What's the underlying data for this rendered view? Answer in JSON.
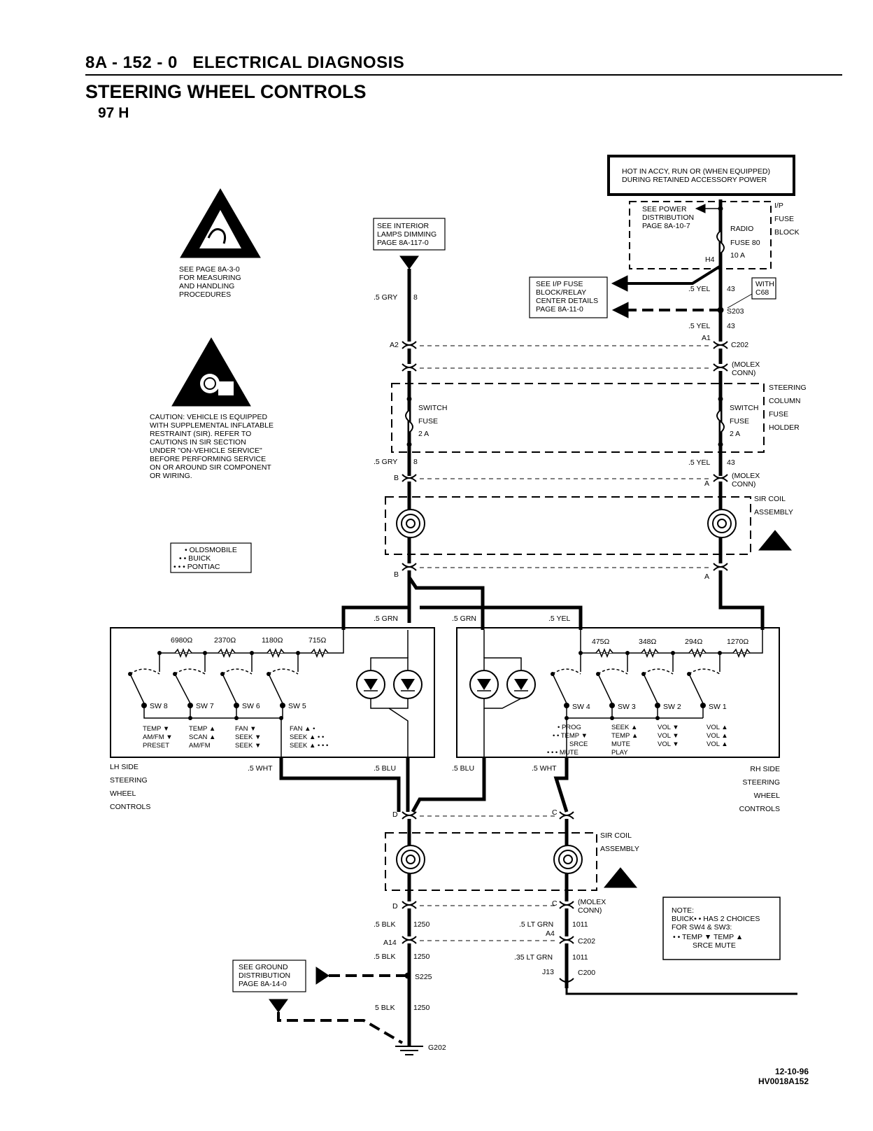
{
  "header": {
    "page_ref": "8A - 152 - 0",
    "section": "ELECTRICAL DIAGNOSIS",
    "title": "STEERING WHEEL CONTROLS",
    "model": "97 H"
  },
  "notes": {
    "esd": [
      "SEE PAGE 8A-3-0",
      "FOR MEASURING",
      "AND HANDLING",
      "PROCEDURES"
    ],
    "sir_caution": [
      "CAUTION: VEHICLE IS EQUIPPED",
      "WITH SUPPLEMENTAL INFLATABLE",
      "RESTRAINT (SIR). REFER TO",
      "CAUTIONS IN SIR SECTION",
      "UNDER \"ON-VEHICLE SERVICE\"",
      "BEFORE PERFORMING SERVICE",
      "ON OR AROUND SIR COMPONENT",
      "OR WIRING."
    ],
    "legend": [
      "• OLDSMOBILE",
      "• • BUICK",
      "• • • PONTIAC"
    ],
    "power_box": [
      "HOT IN ACCY, RUN OR (WHEN EQUIPPED)",
      "DURING RETAINED ACCESSORY POWER"
    ],
    "interior_lamps": [
      "SEE INTERIOR",
      "LAMPS DIMMING",
      "PAGE 8A-117-0"
    ],
    "power_dist": [
      "SEE POWER",
      "DISTRIBUTION",
      "PAGE 8A-10-7"
    ],
    "ip_fuse": [
      "SEE I/P FUSE",
      "BLOCK/RELAY",
      "CENTER DETAILS",
      "PAGE 8A-11-0"
    ],
    "ground_dist": [
      "SEE GROUND",
      "DISTRIBUTION",
      "PAGE 8A-14-0"
    ],
    "buick_note": [
      "NOTE:",
      "BUICK• • HAS 2 CHOICES",
      "FOR SW4 & SW3:"
    ],
    "buick_note_choices": [
      "• •   TEMP ▼   TEMP ▲",
      "SRCE         MUTE"
    ]
  },
  "components": {
    "ip_fuse_block": [
      "I/P",
      "FUSE",
      "BLOCK"
    ],
    "radio_fuse": [
      "RADIO",
      "FUSE 80",
      "10 A"
    ],
    "with_c68": [
      "WITH",
      "C68"
    ],
    "steering_column_fuse_holder": [
      "STEERING",
      "COLUMN",
      "FUSE",
      "HOLDER"
    ],
    "switch_fuse_left": [
      "SWITCH",
      "FUSE",
      "2 A"
    ],
    "switch_fuse_right": [
      "SWITCH",
      "FUSE",
      "2 A"
    ],
    "sir_coil_upper": [
      "SIR COIL",
      "ASSEMBLY"
    ],
    "sir_coil_lower": [
      "SIR COIL",
      "ASSEMBLY"
    ],
    "molex": [
      "(MOLEX",
      "CONN)"
    ],
    "lh_controls": [
      "LH SIDE",
      "STEERING",
      "WHEEL",
      "CONTROLS"
    ],
    "rh_controls": [
      "RH SIDE",
      "STEERING",
      "WHEEL",
      "CONTROLS"
    ]
  },
  "wires": {
    "gry": ".5 GRY",
    "gry_circuit": "8",
    "yel": ".5 YEL",
    "yel_circuit": "43",
    "grn": ".5 GRN",
    "blu": ".5 BLU",
    "wht": ".5 WHT",
    "blk": ".5 BLK",
    "blk_circuit": "1250",
    "lt_grn": ".5 LT GRN",
    "lt_grn_35": ".35 LT GRN",
    "lt_grn_circuit": "1011",
    "blk5": "5 BLK"
  },
  "connectors": {
    "h4": "H4",
    "s203": "S203",
    "c202": "C202",
    "a1": "A1",
    "a2": "A2",
    "b": "B",
    "a": "A",
    "c": "C",
    "d": "D",
    "a4": "A4",
    "a14": "A14",
    "j13": "J13",
    "c200": "C200",
    "s225": "S225",
    "g202": "G202"
  },
  "resistors": {
    "left": [
      "6980Ω",
      "2370Ω",
      "1180Ω",
      "715Ω"
    ],
    "right": [
      "475Ω",
      "348Ω",
      "294Ω",
      "1270Ω"
    ]
  },
  "switches": {
    "left": [
      {
        "name": "SW 8",
        "funcs": [
          "TEMP ▼",
          "AM/FM ▼",
          "PRESET"
        ]
      },
      {
        "name": "SW 7",
        "funcs": [
          "TEMP ▲",
          "SCAN ▲",
          "AM/FM"
        ]
      },
      {
        "name": "SW 6",
        "funcs": [
          "FAN ▼",
          "SEEK ▼",
          "SEEK ▼"
        ]
      },
      {
        "name": "SW 5",
        "funcs": [
          "FAN ▲  •",
          "SEEK ▲ • •",
          "SEEK ▲ • • •"
        ]
      }
    ],
    "right": [
      {
        "name": "SW 4",
        "funcs": [
          "•  PROG",
          "• •  TEMP ▼",
          "SRCE",
          "• • •  MUTE"
        ]
      },
      {
        "name": "SW 3",
        "funcs": [
          "SEEK ▲",
          "TEMP ▲",
          "MUTE",
          "PLAY"
        ]
      },
      {
        "name": "SW 2",
        "funcs": [
          "VOL ▼",
          "VOL ▼",
          "VOL ▼"
        ]
      },
      {
        "name": "SW 1",
        "funcs": [
          "VOL ▲",
          "VOL ▲",
          "VOL ▲"
        ]
      }
    ]
  },
  "footer": {
    "date": "12-10-96",
    "code": "HV0018A152"
  }
}
